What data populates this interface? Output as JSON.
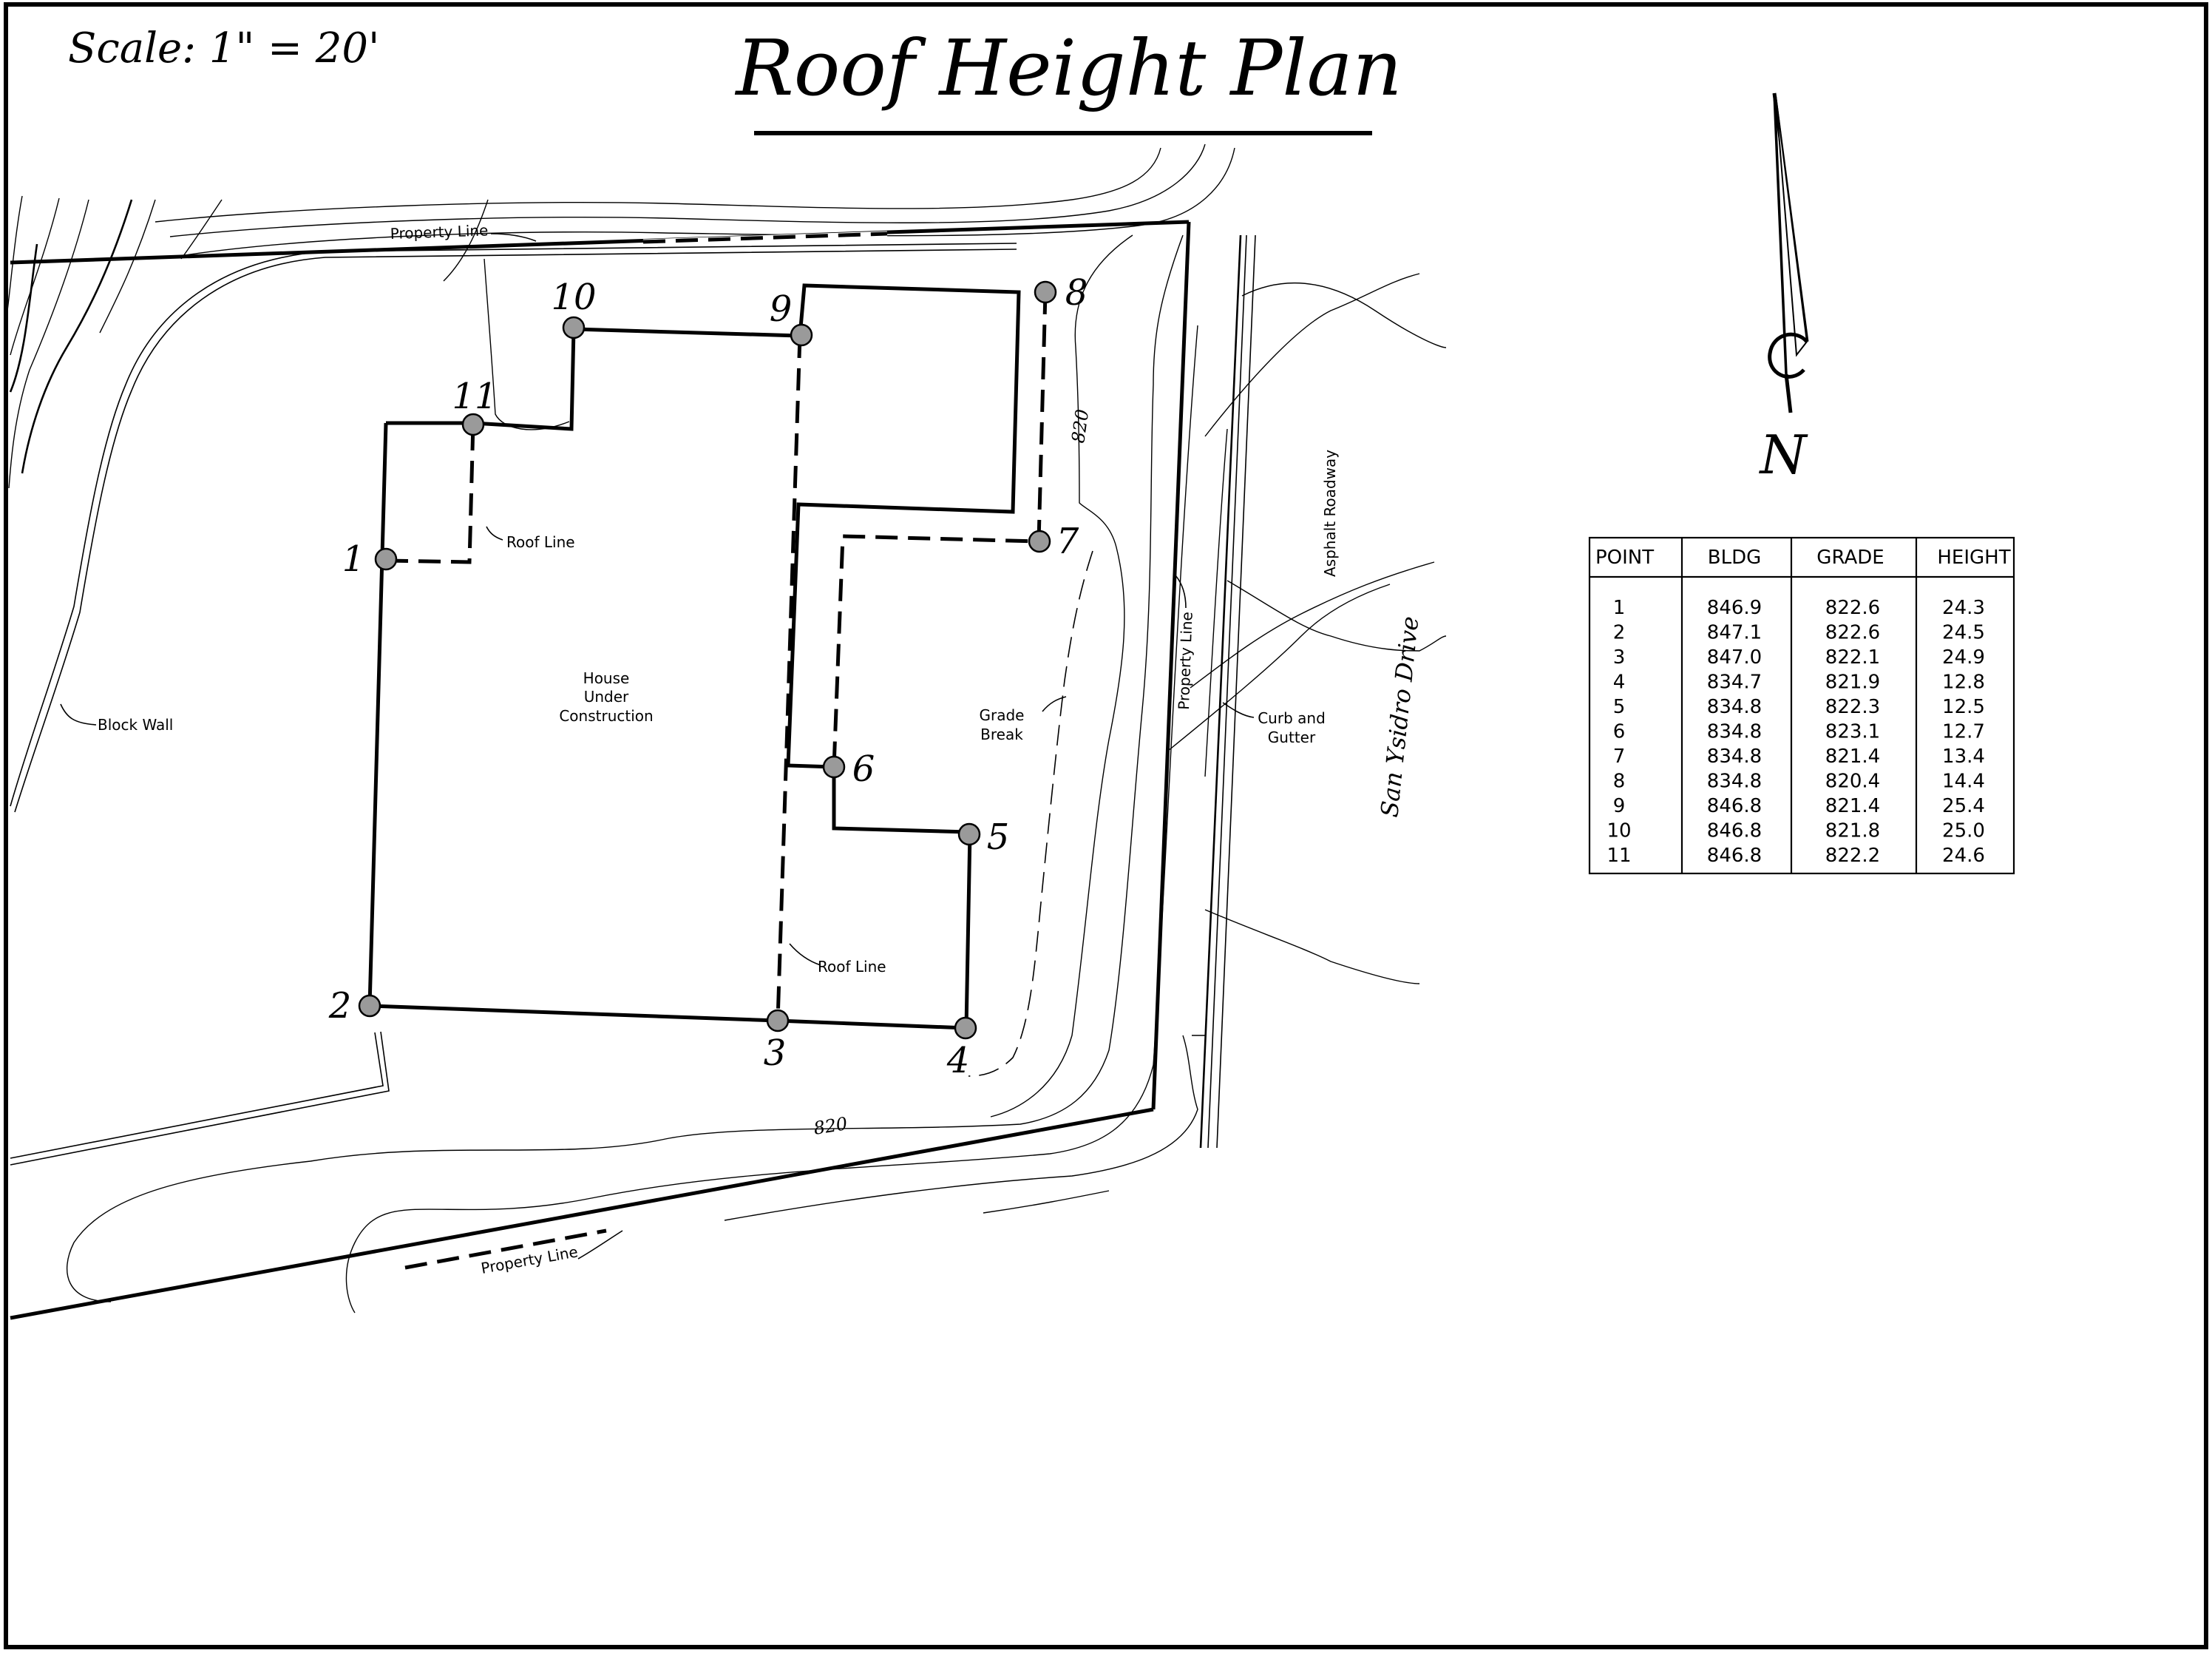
{
  "title": "Roof Height Plan",
  "scale": "Scale: 1\" = 20'",
  "north_label": "N",
  "labels": {
    "property_line_top": "Property Line",
    "property_line_right": "Property Line",
    "property_line_bottom": "Property Line",
    "roof_line_upper": "Roof Line",
    "roof_line_lower": "Roof Line",
    "block_wall": "Block Wall",
    "house_line1": "House",
    "house_line2": "Under",
    "house_line3": "Construction",
    "grade_break_line1": "Grade",
    "grade_break_line2": "Break",
    "curb_line1": "Curb and",
    "curb_line2": "Gutter",
    "asphalt_roadway": "Asphalt Roadway",
    "street_name": "San Ysidro Drive",
    "contour_820_upper": "820",
    "contour_820_lower": "820"
  },
  "points": [
    {
      "id": "1",
      "label": "1"
    },
    {
      "id": "2",
      "label": "2"
    },
    {
      "id": "3",
      "label": "3"
    },
    {
      "id": "4",
      "label": "4"
    },
    {
      "id": "5",
      "label": "5"
    },
    {
      "id": "6",
      "label": "6"
    },
    {
      "id": "7",
      "label": "7"
    },
    {
      "id": "8",
      "label": "8"
    },
    {
      "id": "9",
      "label": "9"
    },
    {
      "id": "10",
      "label": "10"
    },
    {
      "id": "11",
      "label": "11"
    }
  ],
  "table": {
    "headers": [
      "POINT",
      "BLDG",
      "GRADE",
      "HEIGHT"
    ],
    "rows": [
      [
        "1",
        "846.9",
        "822.6",
        "24.3"
      ],
      [
        "2",
        "847.1",
        "822.6",
        "24.5"
      ],
      [
        "3",
        "847.0",
        "822.1",
        "24.9"
      ],
      [
        "4",
        "834.7",
        "821.9",
        "12.8"
      ],
      [
        "5",
        "834.8",
        "822.3",
        "12.5"
      ],
      [
        "6",
        "834.8",
        "823.1",
        "12.7"
      ],
      [
        "7",
        "834.8",
        "821.4",
        "13.4"
      ],
      [
        "8",
        "834.8",
        "820.4",
        "14.4"
      ],
      [
        "9",
        "846.8",
        "821.4",
        "25.4"
      ],
      [
        "10",
        "846.8",
        "821.8",
        "25.0"
      ],
      [
        "11",
        "846.8",
        "822.2",
        "24.6"
      ]
    ]
  }
}
